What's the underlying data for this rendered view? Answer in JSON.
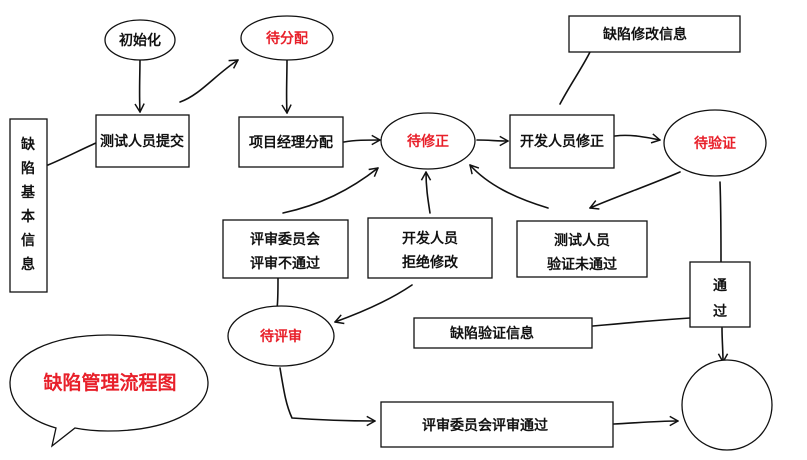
{
  "nodes": {
    "init": "初始化",
    "pending_assign": "待分配",
    "tester_submit": "测试人员提交",
    "pm_assign": "项目经理分配",
    "pending_fix": "待修正",
    "dev_fix": "开发人员修正",
    "pending_verify": "待验证",
    "defect_fix_info": "缺陷修改信息",
    "defect_basic_info": [
      "缺",
      "陷",
      "基",
      "本",
      "信",
      "息"
    ],
    "committee_reject": [
      "评审委员会",
      "评审不通过"
    ],
    "dev_reject": [
      "开发人员",
      "拒绝修改"
    ],
    "tester_fail": [
      "测试人员",
      "验证未通过"
    ],
    "pending_review": "待评审",
    "passed": [
      "通",
      "过"
    ],
    "defect_verify_info": "缺陷验证信息",
    "committee_pass": "评审委员会评审通过",
    "diagram_title": "缺陷管理流程图",
    "end": ""
  },
  "colors": {
    "state_text": "#e8202a",
    "normal_text": "#111111",
    "line": "#111111"
  }
}
